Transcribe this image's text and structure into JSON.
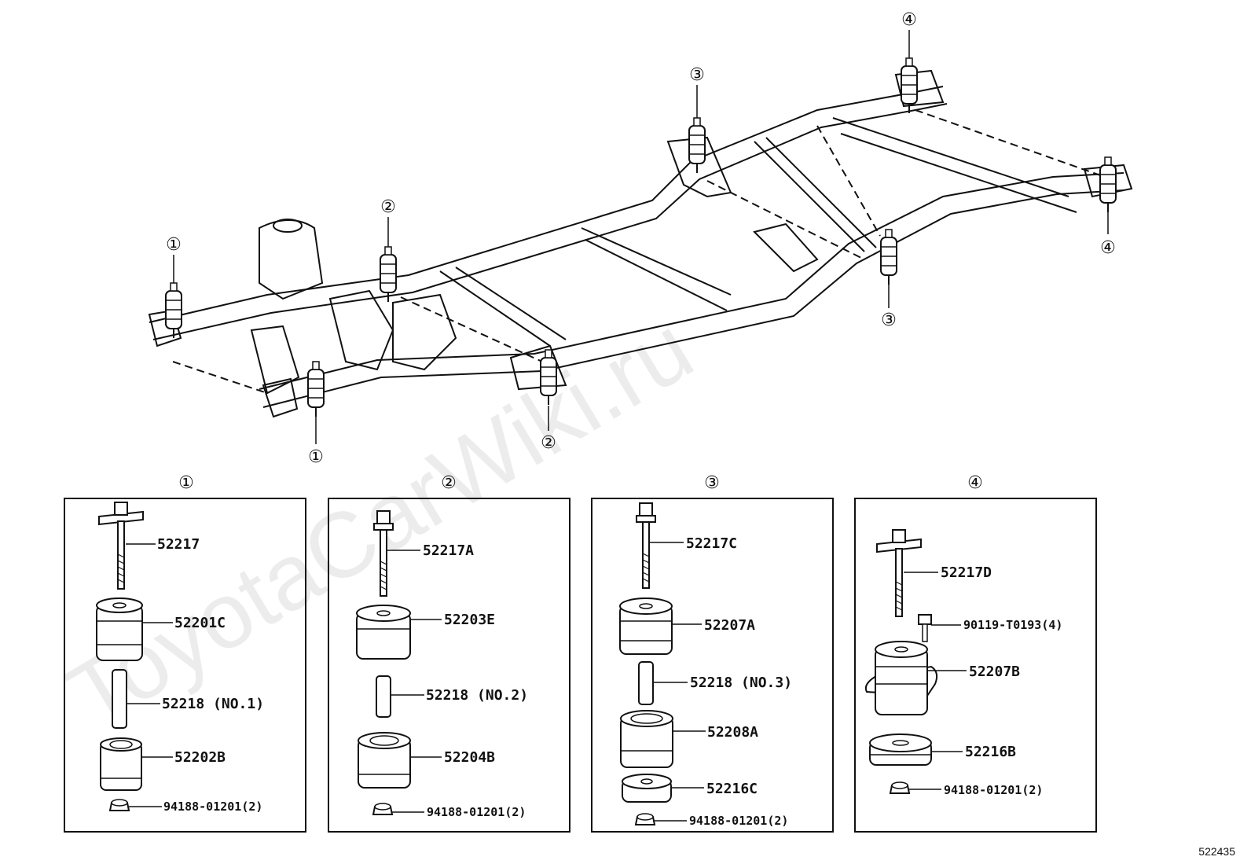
{
  "watermark": "ToyotaCarWiki.ru",
  "diagram_number": "522435",
  "frame_callouts": [
    "①",
    "①",
    "②",
    "②",
    "③",
    "③",
    "④",
    "④"
  ],
  "panels": [
    {
      "label": "①",
      "parts": [
        "52217",
        "52201C",
        "52218 (NO.1)",
        "52202B",
        "94188-01201(2)"
      ]
    },
    {
      "label": "②",
      "parts": [
        "52217A",
        "52203E",
        "52218 (NO.2)",
        "52204B",
        "94188-01201(2)"
      ]
    },
    {
      "label": "③",
      "parts": [
        "52217C",
        "52207A",
        "52218 (NO.3)",
        "52208A",
        "52216C",
        "94188-01201(2)"
      ]
    },
    {
      "label": "④",
      "parts": [
        "52217D",
        "90119-T0193(4)",
        "52207B",
        "52216B",
        "94188-01201(2)"
      ]
    }
  ]
}
